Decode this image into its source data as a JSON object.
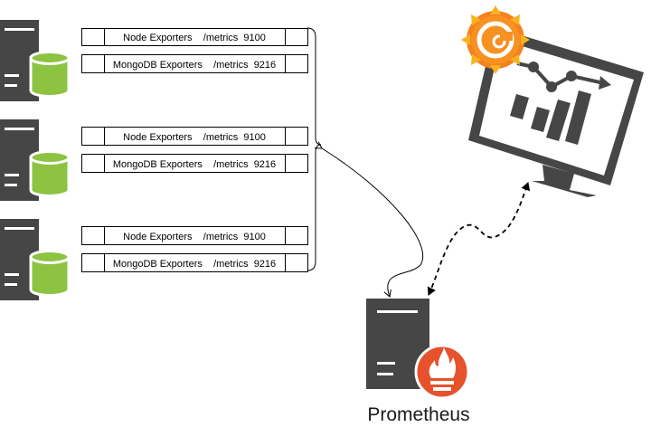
{
  "exporters": [
    {
      "label": "Node Exporters    /metrics  9100"
    },
    {
      "label": "MongoDB Exporters    /metrics  9216"
    },
    {
      "label": "Node Exporters    /metrics  9100"
    },
    {
      "label": "MongoDB Exporters    /metrics  9216"
    },
    {
      "label": "Node Exporters    /metrics  9100"
    },
    {
      "label": "MongoDB Exporters    /metrics  9216"
    }
  ],
  "prometheus": {
    "label": "Prometheus",
    "icon": "prometheus-flame-icon"
  },
  "grafana": {
    "icon": "grafana-logo-icon",
    "monitor_icon": "monitor-chart-icon"
  },
  "servers": [
    {
      "icon": "server-database-icon"
    },
    {
      "icon": "server-database-icon"
    },
    {
      "icon": "server-database-icon"
    }
  ],
  "colors": {
    "server": "#464646",
    "database": "#8cc341",
    "prometheus": "#e6522c",
    "grafana_orange": "#f4811f",
    "grafana_yellow": "#f9b21b"
  }
}
